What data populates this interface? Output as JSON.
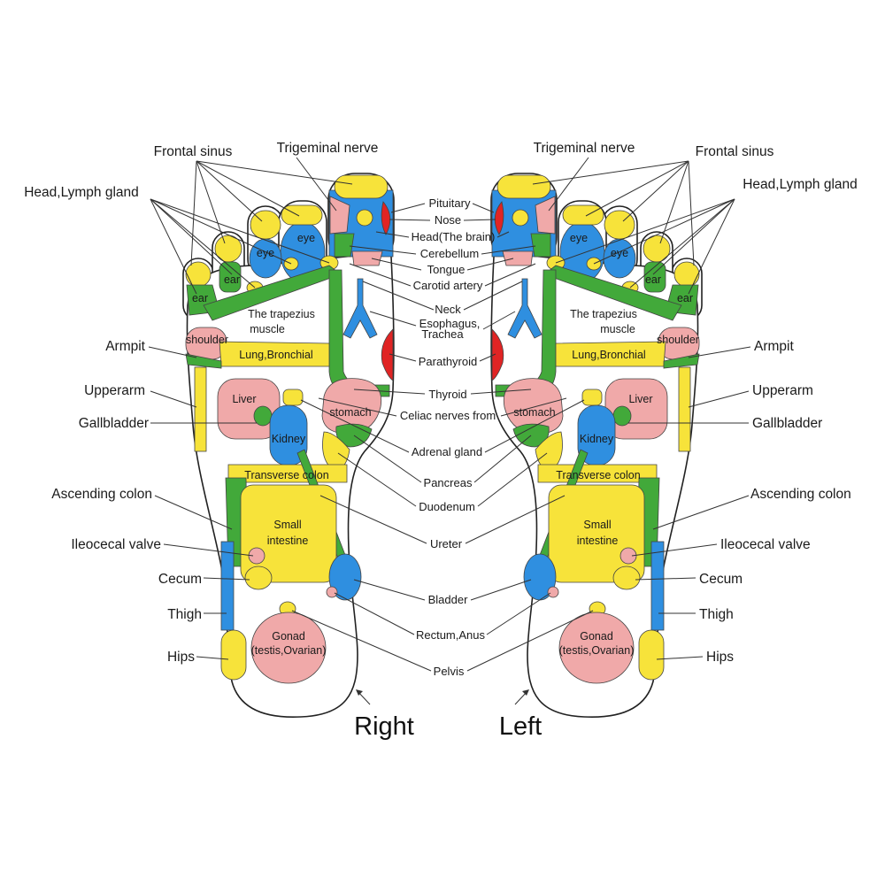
{
  "colors": {
    "yellow": "#f7e33a",
    "blue": "#2f8fe0",
    "green": "#42a93a",
    "pink": "#f0a9a9",
    "red": "#e02424",
    "outline": "#222222"
  },
  "titles": {
    "right": "Right",
    "left": "Left"
  },
  "outer_labels": {
    "frontal_sinus": "Frontal sinus",
    "head_lymph": "Head,Lymph gland",
    "trigeminal": "Trigeminal nerve",
    "armpit": "Armpit",
    "upperarm": "Upperarm",
    "gallbladder": "Gallbladder",
    "ascending_colon": "Ascending colon",
    "ileocecal": "Ileocecal valve",
    "cecum": "Cecum",
    "thigh": "Thigh",
    "hips": "Hips"
  },
  "center_labels": {
    "pituitary": "Pituitary",
    "nose": "Nose",
    "head_brain": "Head(The brain)",
    "cerebellum": "Cerebellum",
    "tongue": "Tongue",
    "carotid": "Carotid artery",
    "neck": "Neck",
    "esophagus": "Esophagus,",
    "trachea": "Trachea",
    "parathyroid": "Parathyroid",
    "thyroid": "Thyroid",
    "celiac": "Celiac nerves from",
    "adrenal": "Adrenal gland",
    "pancreas": "Pancreas",
    "duodenum": "Duodenum",
    "ureter": "Ureter",
    "bladder": "Bladder",
    "rectum": "Rectum,Anus",
    "pelvis": "Pelvis"
  },
  "zone_labels": {
    "eye": "eye",
    "ear": "ear",
    "trapezius_1": "The trapezius",
    "trapezius_2": "muscle",
    "shoulder": "shoulder",
    "lung": "Lung,Bronchial",
    "liver": "Liver",
    "stomach": "stomach",
    "kidney": "Kidney",
    "transverse": "Transverse colon",
    "small_1": "Small",
    "small_2": "intestine",
    "gonad_1": "Gonad",
    "gonad_2": "(testis,Ovarian)"
  }
}
